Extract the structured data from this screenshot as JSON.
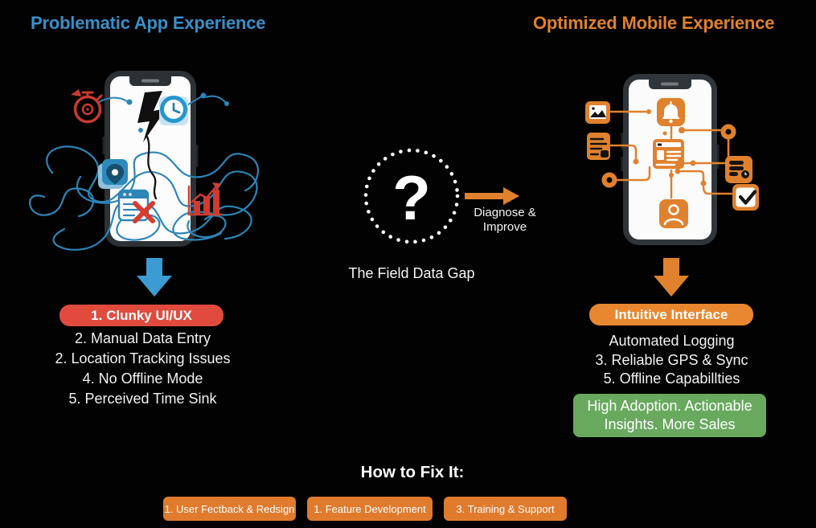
{
  "header": {
    "left_title": "Problematic App Experience",
    "right_title": "Optimized Mobile Experience"
  },
  "left_panel": {
    "badge": "1. Clunky UI/UX",
    "items": [
      "2. Manual Data Entry",
      "2. Location Tracking Issues",
      "4. No Offline Mode",
      "5. Perceived Time Sink"
    ],
    "icons": [
      "stopwatch-icon",
      "clock-icon",
      "lightning-crack-icon",
      "tangled-lines",
      "location-pin-icon",
      "form-error-icon",
      "bar-chart-icon"
    ]
  },
  "center": {
    "question_mark": "?",
    "diagnose_line1": "Diagnose &",
    "diagnose_line2": "Improve",
    "caption": "The Field Data Gap"
  },
  "right_panel": {
    "badge": "Intuitive Interface",
    "items": [
      "Automated Logging",
      "3. Reliable GPS & Sync",
      "5. Offline Capabillties"
    ],
    "outcome_line1": "High Adoption. Actionable",
    "outcome_line2": "Insights. More Sales",
    "icons": [
      "image-icon",
      "document-icon",
      "bell-icon",
      "app-card-icon",
      "user-icon",
      "database-icon",
      "checkbox-icon",
      "node-ring-icon"
    ]
  },
  "footer": {
    "title": "How to Fix It:",
    "buttons": [
      "1. User Fectback & Redsign",
      "1. Feature Development",
      "3. Training & Support"
    ]
  },
  "colors": {
    "background": "#020202",
    "blue_title": "#3a8fc7",
    "orange_accent": "#e0812e",
    "red_badge": "#e14b3e",
    "orange_badge": "#e8872f",
    "green_badge": "#68a95e",
    "button_orange": "#e07b2e",
    "arrow_blue": "#3d9bd3",
    "scribble_blue": "#2d85b8",
    "alert_red": "#cf3b31",
    "text": "#f2f2f2"
  }
}
